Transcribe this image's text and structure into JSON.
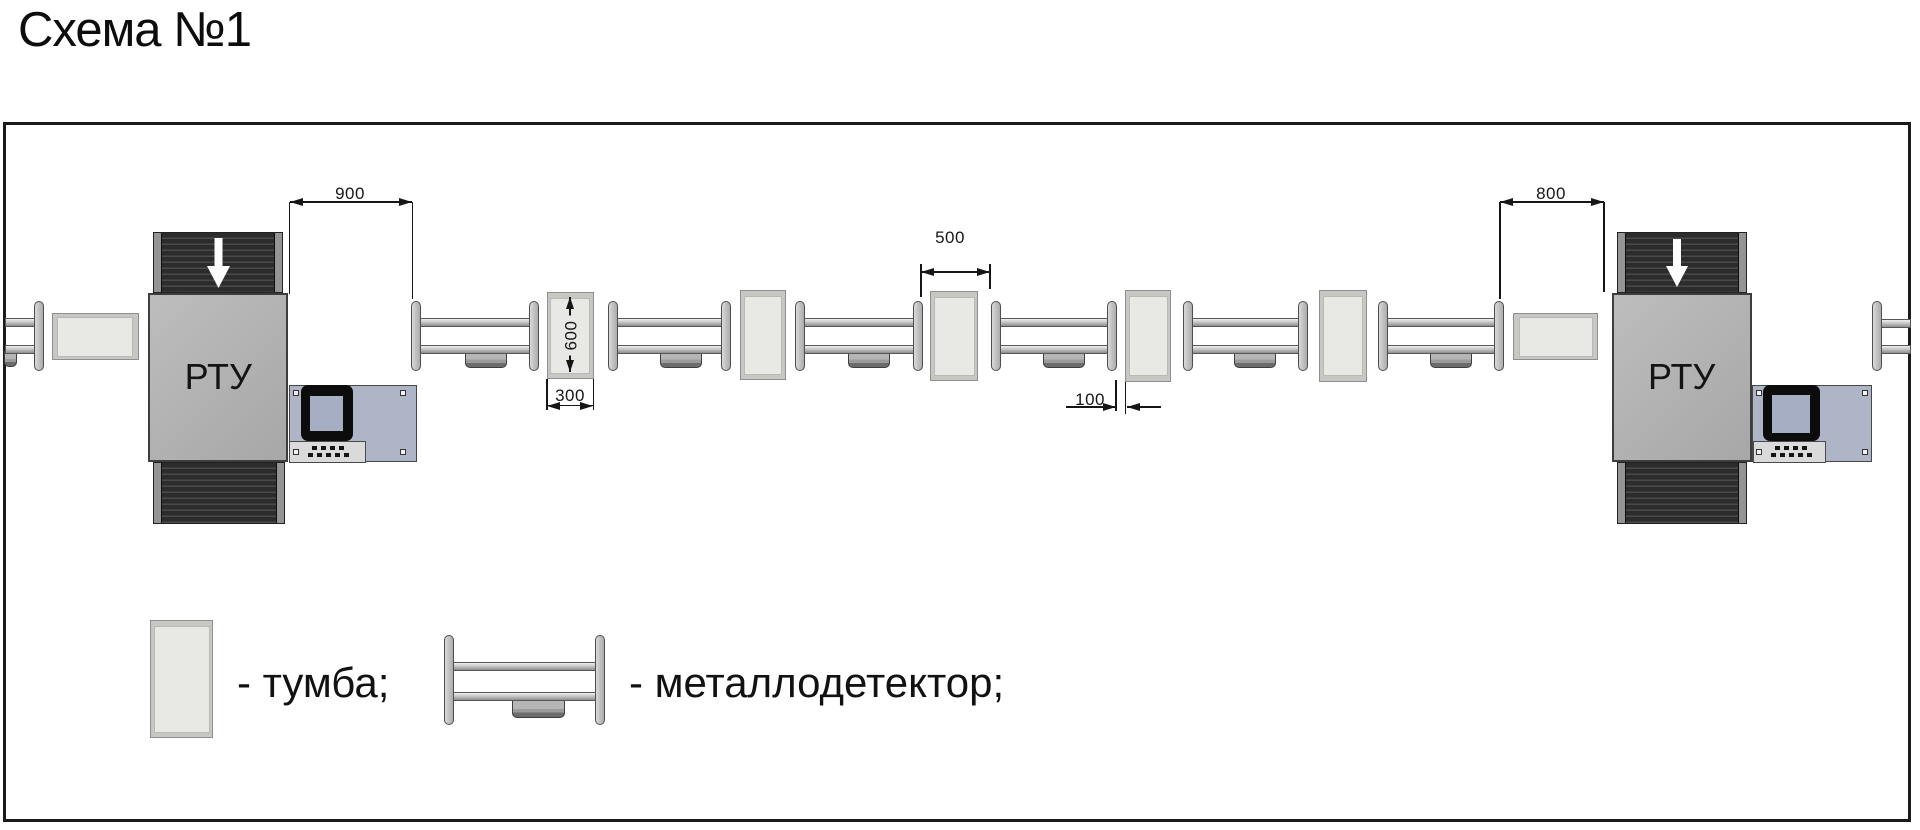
{
  "title": "Схема №1",
  "equipment": {
    "rtu_label": "РТУ"
  },
  "dimensions": {
    "gap_left": "900",
    "gap_right": "800",
    "pass_width": "500",
    "tumba_depth": "600",
    "tumba_width": "300",
    "small_gap": "100"
  },
  "legend": {
    "tumba": "- тумба;",
    "detector": "- металлодетектор;"
  }
}
